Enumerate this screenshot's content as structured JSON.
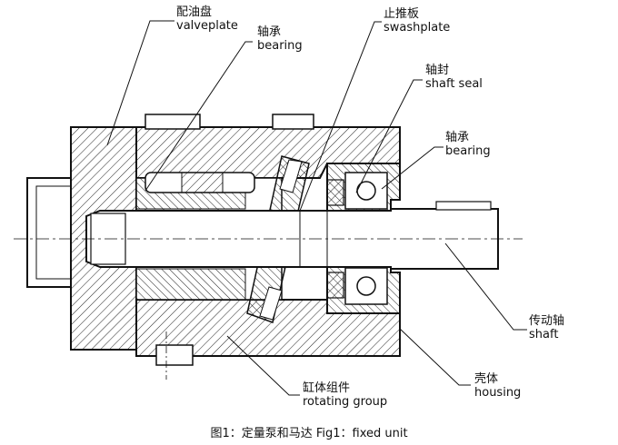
{
  "labels": {
    "valveplate": {
      "zh": "配油盘",
      "en": "valveplate"
    },
    "bearing_left": {
      "zh": "轴承",
      "en": "bearing"
    },
    "swashplate": {
      "zh": "止推板",
      "en": "swashplate"
    },
    "shaft_seal": {
      "zh": "轴封",
      "en": "shaft seal"
    },
    "bearing_right": {
      "zh": "轴承",
      "en": "bearing"
    },
    "shaft": {
      "zh": "传动轴",
      "en": "shaft"
    },
    "housing": {
      "zh": "壳体",
      "en": "housing"
    },
    "rotating_group": {
      "zh": "缸体组件",
      "en": "rotating group"
    }
  },
  "caption": "图1：定量泵和马达  Fig1：fixed unit"
}
